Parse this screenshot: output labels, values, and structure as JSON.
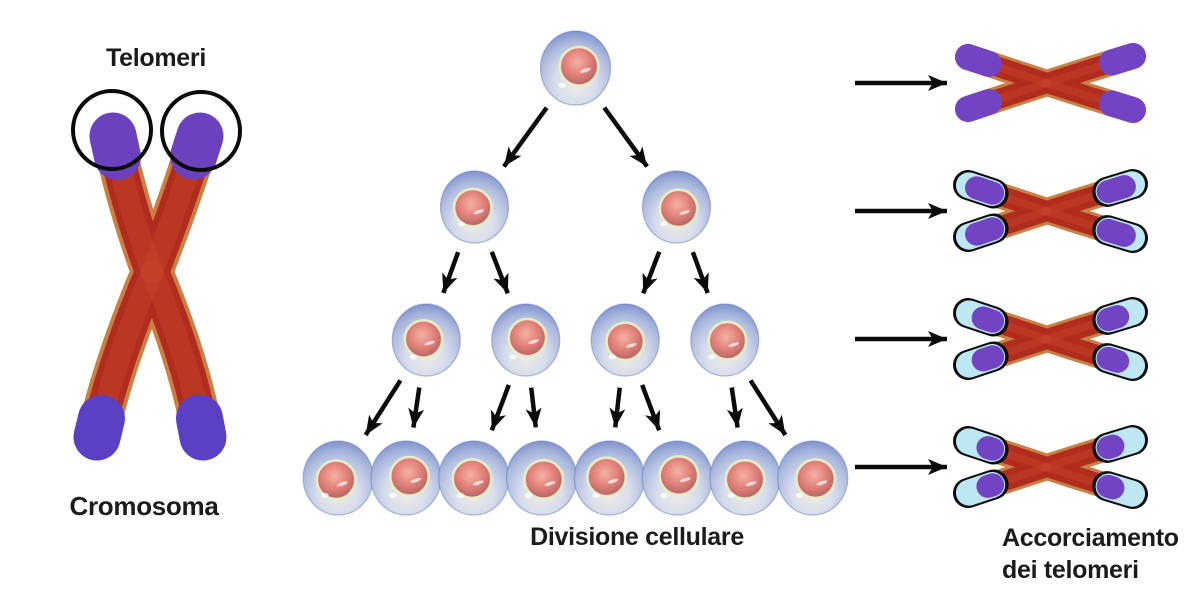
{
  "labels": {
    "telomeri": "Telomeri",
    "cromosoma": "Cromosoma",
    "divisione": "Divisione cellulare",
    "accorciamento_line1": "Accorciamento",
    "accorciamento_line2": "dei telomeri"
  },
  "chromosome_left": {
    "description": "X-shaped chromosome with purple telomere caps, two black circles highlighting top telomeres",
    "highlight_circle_count": 2
  },
  "cell_division_tree": {
    "rows": [
      1,
      2,
      4,
      8
    ],
    "description": "binary tree of dividing cells connected by arrows"
  },
  "telomere_stages": [
    {
      "stage": 1,
      "telomere_fraction": 1.0,
      "state": "full telomeres"
    },
    {
      "stage": 2,
      "telomere_fraction": 0.7,
      "state": "slightly shortened"
    },
    {
      "stage": 3,
      "telomere_fraction": 0.42,
      "state": "half shortened"
    },
    {
      "stage": 4,
      "telomere_fraction": 0.22,
      "state": "mostly lost"
    }
  ],
  "colors": {
    "body": "#b02c1e",
    "body_mid": "#c4422a",
    "edge": "#ca8045",
    "purple_top": "#6b41bd",
    "purple_bottom": "#5b40c4",
    "purple_stage": "#7243c2",
    "ghost": "#bee7f4",
    "outline": "#0d0d0d",
    "arrow": "#0b0b0b",
    "cell_rim": "#6e80c1",
    "cell_inner": "#d7ddeb",
    "nucleus": "#e5857c",
    "nucleus_ring": "#e9efc6",
    "text": "#1b1b1b"
  }
}
